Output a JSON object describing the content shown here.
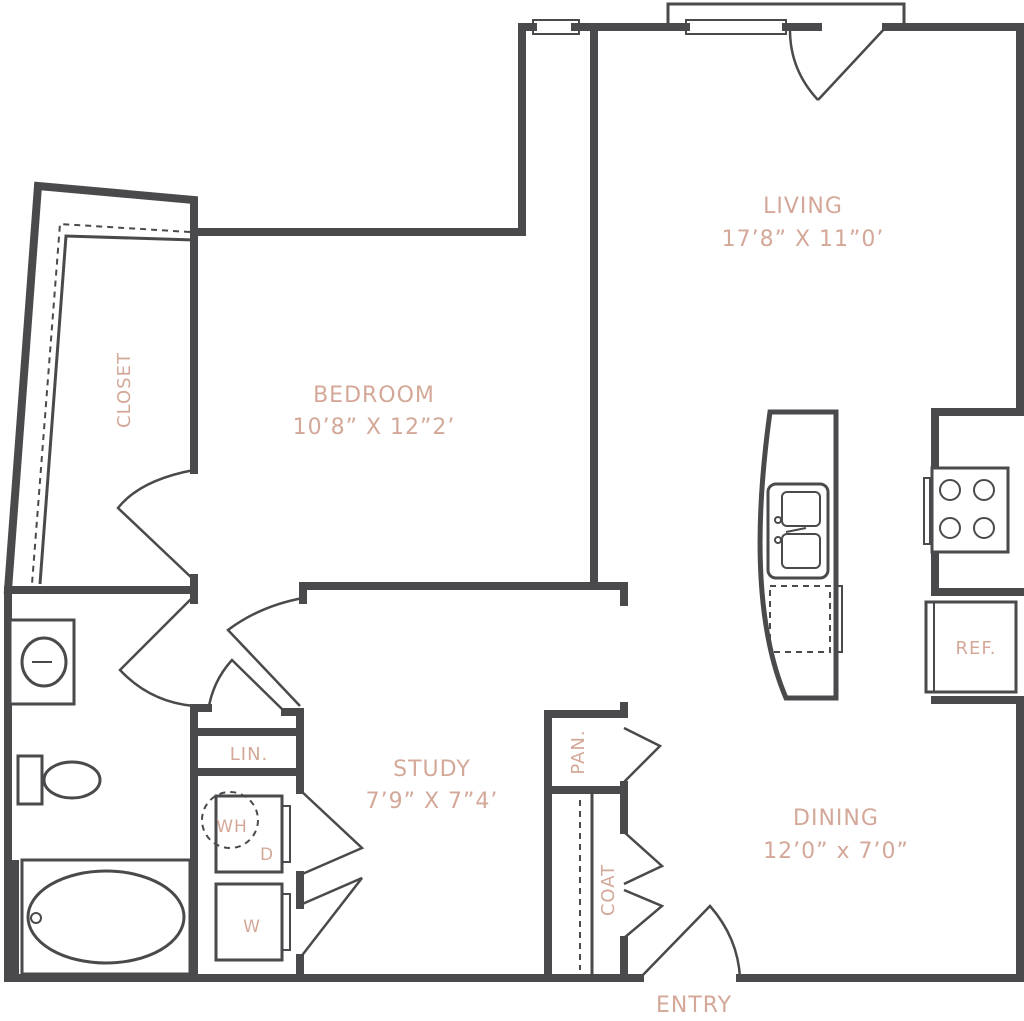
{
  "colors": {
    "wall": "#4a4a4c",
    "label": "#d4a898",
    "background": "#ffffff"
  },
  "rooms": {
    "living": {
      "name": "LIVING",
      "size": "17’8” X 11”0’"
    },
    "bedroom": {
      "name": "BEDROOM",
      "size": "10’8” X 12”2’"
    },
    "study": {
      "name": "STUDY",
      "size": "7’9” X 7”4’"
    },
    "dining": {
      "name": "DINING",
      "size": "12’0” x 7’0”"
    }
  },
  "labels": {
    "closet": "CLOSET",
    "linen": "LIN.",
    "pantry": "PAN.",
    "coat": "COAT",
    "water_heater": "WH",
    "dryer": "D",
    "washer": "W",
    "refrigerator": "REF.",
    "entry": "ENTRY"
  }
}
